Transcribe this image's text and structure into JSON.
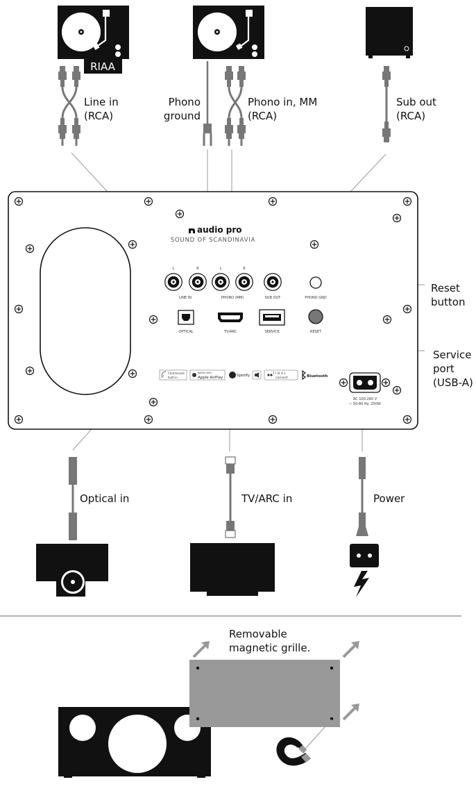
{
  "labels": {
    "line_in": [
      "Line in",
      "(RCA)"
    ],
    "riaa": "RIAA",
    "phono_ground": [
      "Phono",
      "ground"
    ],
    "phono_in": [
      "Phono in, MM",
      "(RCA)"
    ],
    "sub_out": [
      "Sub out",
      "(RCA)"
    ],
    "reset_button": [
      "Reset",
      "button"
    ],
    "service_port": [
      "Service",
      "port",
      "(USB-A)"
    ],
    "optical_in": "Optical in",
    "tv_arc_in": "TV/ARC in",
    "power": "Power",
    "grille": [
      "Removable",
      "magnetic grille."
    ]
  },
  "panel": {
    "brand": "audio pro",
    "tagline": "SOUND OF SCANDINAVIA",
    "l": "L",
    "r": "R",
    "line_in": "LINE IN",
    "phono_mm": "PHONO (MM)",
    "sub_out": "SUB OUT",
    "phono_gnd": "PHONO GND",
    "reset": "RESET",
    "optical": "OPTICAL",
    "tv_arc": "TV/ARC",
    "service": "SERVICE",
    "power_rating": [
      "AC 100-240 V",
      "~ 50-60 Hz, 250W"
    ]
  },
  "logos": {
    "chromecast": [
      "Chromecast",
      "built-in"
    ],
    "airplay_works": "Works with",
    "airplay": "Apple AirPlay",
    "spotify": "Spotify",
    "tidal": [
      "T I D A L",
      "connect"
    ],
    "bluetooth": "Bluetooth"
  }
}
